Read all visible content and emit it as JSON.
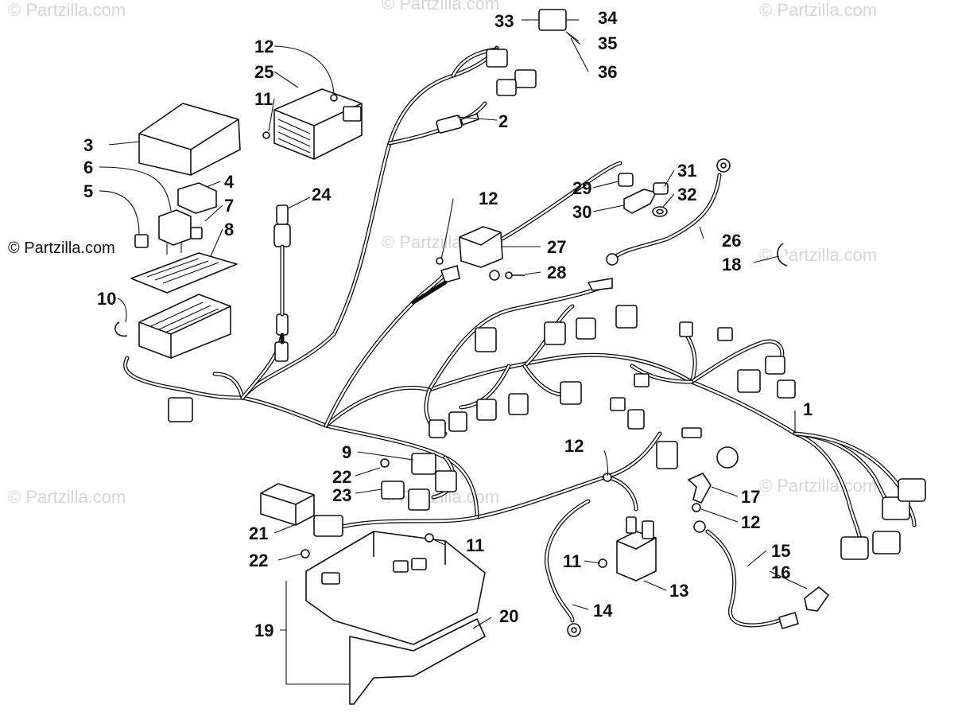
{
  "watermarks": {
    "text": "© Partzilla.com",
    "prominent": "© Partzilla.com"
  },
  "callouts": {
    "c1": "1",
    "c2": "2",
    "c3": "3",
    "c4": "4",
    "c5": "5",
    "c6": "6",
    "c7": "7",
    "c8": "8",
    "c9": "9",
    "c10": "10",
    "c11a": "11",
    "c11b": "11",
    "c11c": "11",
    "c12a": "12",
    "c12b": "12",
    "c12c": "12",
    "c12d": "12",
    "c13": "13",
    "c14": "14",
    "c15": "15",
    "c16": "16",
    "c17": "17",
    "c18": "18",
    "c19": "19",
    "c20": "20",
    "c21": "21",
    "c22a": "22",
    "c22b": "22",
    "c23": "23",
    "c24": "24",
    "c25": "25",
    "c26": "26",
    "c27": "27",
    "c28": "28",
    "c29": "29",
    "c30": "30",
    "c31": "31",
    "c32": "32",
    "c33": "33",
    "c34": "34",
    "c35": "35",
    "c36": "36"
  },
  "colors": {
    "line": "#111111",
    "watermark": "#d6d6d6",
    "background": "#ffffff"
  }
}
